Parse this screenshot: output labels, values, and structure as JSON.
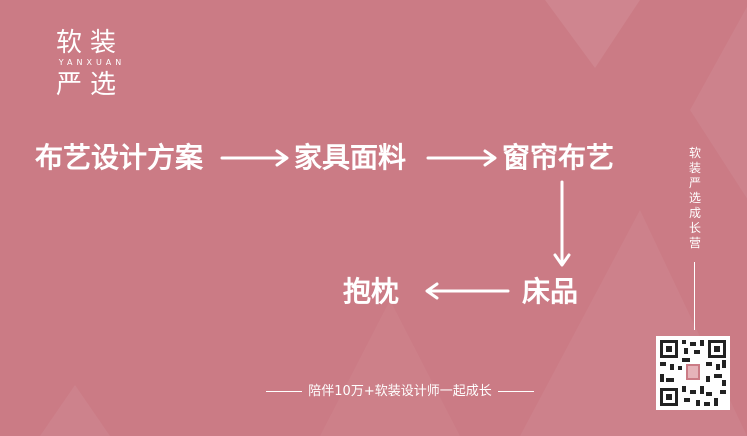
{
  "logo": {
    "top": "软装",
    "en": "YANXUAN",
    "bottom": "严选"
  },
  "flow": {
    "step1": "布艺设计方案",
    "step2": "家具面料",
    "step3": "窗帘布艺",
    "step4": "床品",
    "step5": "抱枕"
  },
  "side": {
    "text": "软装严选成长营"
  },
  "footer": {
    "text": "陪伴10万+软装设计师一起成长"
  },
  "colors": {
    "background": "#cb7b85",
    "foreground": "#ffffff"
  }
}
